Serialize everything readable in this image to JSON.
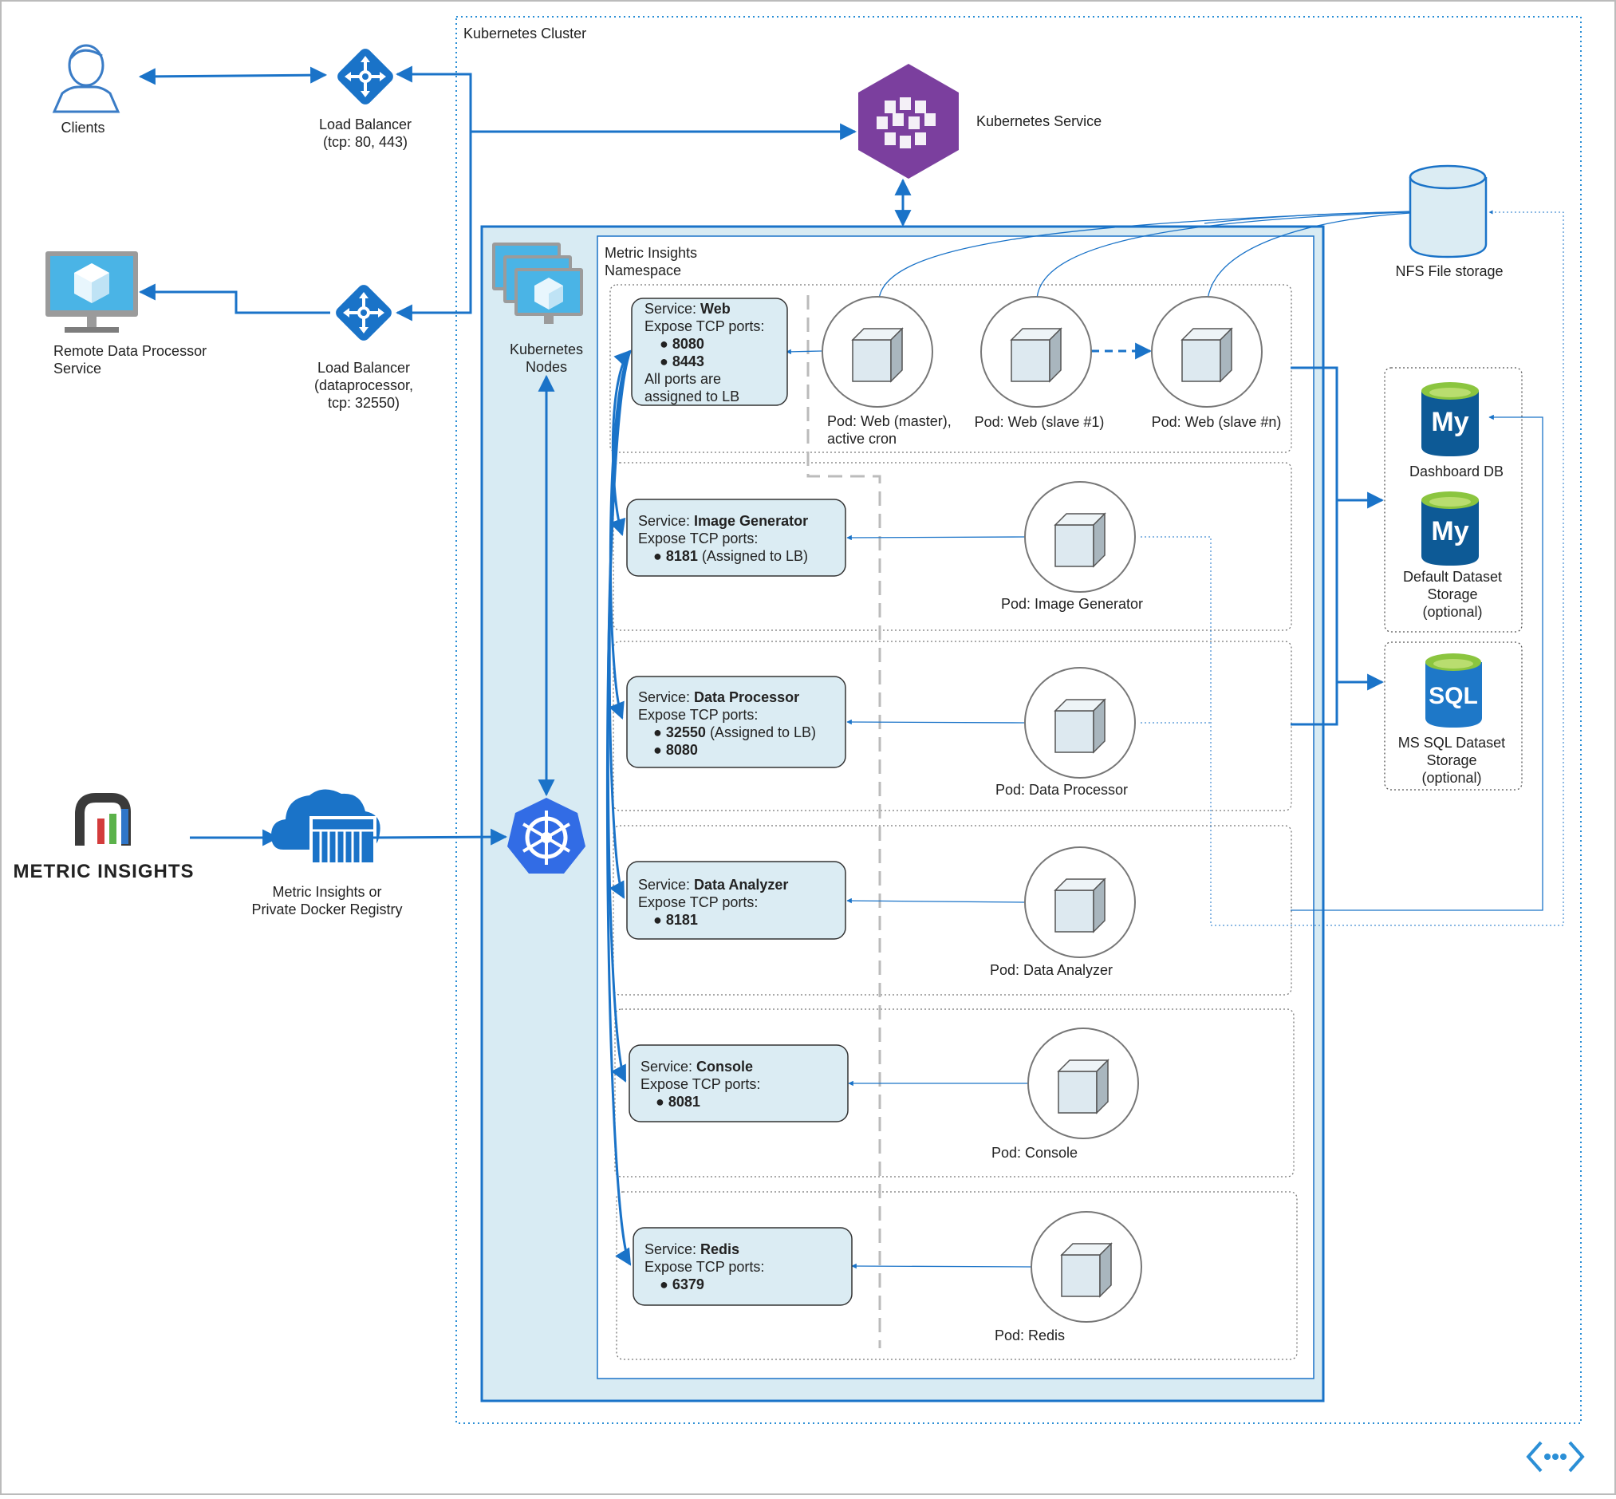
{
  "cluster": {
    "title": "Kubernetes Cluster"
  },
  "clients": {
    "label": "Clients"
  },
  "lb_main": {
    "line1": "Load Balancer",
    "line2": "(tcp: 80, 443)"
  },
  "remote_dp": {
    "line1": "Remote Data Processor",
    "line2": "Service"
  },
  "lb_dp": {
    "line1": "Load Balancer",
    "line2": "(dataprocessor,",
    "line3": "tcp: 32550)"
  },
  "k8s_service": {
    "label": "Kubernetes Service"
  },
  "k8s_nodes": {
    "line1": "Kubernetes",
    "line2": "Nodes"
  },
  "namespace": {
    "line1": "Metric Insights",
    "line2": "Namespace"
  },
  "logo": {
    "text": "METRIC INSIGHTS"
  },
  "registry": {
    "line1": "Metric Insights or",
    "line2": "Private Docker Registry"
  },
  "nfs": {
    "label": "NFS File storage"
  },
  "dashboard_db": {
    "label": "Dashboard DB",
    "glyph": "My"
  },
  "default_dataset": {
    "line1": "Default Dataset",
    "line2": "Storage",
    "line3": "(optional)",
    "glyph": "My"
  },
  "mssql": {
    "line1": "MS SQL Dataset",
    "line2": "Storage",
    "line3": "(optional)",
    "glyph": "SQL"
  },
  "services": {
    "prefix": "Service: ",
    "ports_label": "Expose TCP ports:",
    "web": {
      "name": "Web",
      "port1": "8080",
      "port2": "8443",
      "note1": "All ports are",
      "note2": "assigned to LB"
    },
    "image_generator": {
      "name": "Image Generator",
      "port1": "8181",
      "port1_note": " (Assigned to LB)"
    },
    "data_processor": {
      "name": "Data Processor",
      "port1": "32550",
      "port1_note": " (Assigned to LB)",
      "port2": "8080"
    },
    "data_analyzer": {
      "name": "Data Analyzer",
      "port1": "8181"
    },
    "console": {
      "name": "Console",
      "port1": "8081"
    },
    "redis": {
      "name": "Redis",
      "port1": "6379"
    }
  },
  "pods": {
    "web_master_line1": "Pod: Web (master),",
    "web_master_line2": "active cron",
    "web_slave1": "Pod: Web (slave #1)",
    "web_slaven": "Pod: Web (slave #n)",
    "image_generator": "Pod: Image Generator",
    "data_processor": "Pod: Data Processor",
    "data_analyzer": "Pod: Data Analyzer",
    "console": "Pod: Console",
    "redis": "Pod: Redis"
  },
  "colors": {
    "accent": "#1a73c8",
    "purple": "#7b3f9e",
    "panel": "#d8ebf3",
    "box": "#dbecf3"
  }
}
